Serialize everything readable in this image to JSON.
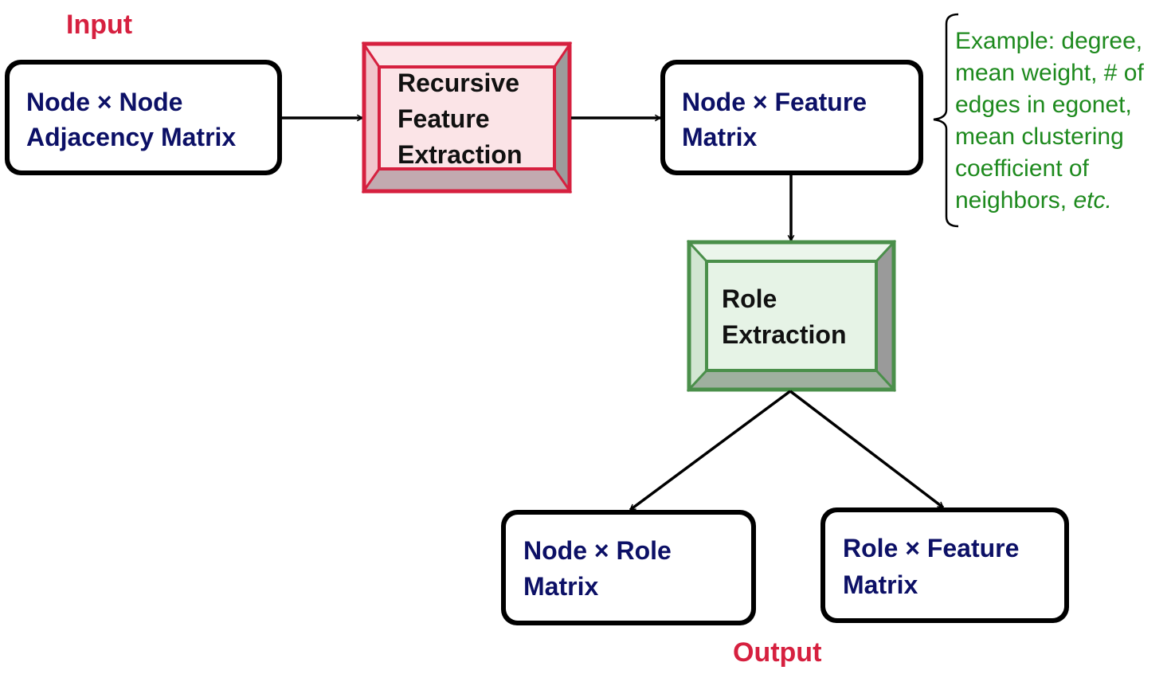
{
  "labels": {
    "input": "Input",
    "output": "Output"
  },
  "boxes": {
    "adjacency": {
      "line1": "Node × Node",
      "line2": "Adjacency Matrix"
    },
    "node_feature": {
      "line1": "Node × Feature",
      "line2": "Matrix"
    },
    "node_role": {
      "line1": "Node × Role",
      "line2": "Matrix"
    },
    "role_feature": {
      "line1": "Role × Feature",
      "line2": "Matrix"
    }
  },
  "processes": {
    "recursive": {
      "line1": "Recursive",
      "line2": "Feature",
      "line3": "Extraction",
      "color": "#d6203f",
      "fill": "#fbe4e7"
    },
    "role": {
      "line1": "Role",
      "line2": "Extraction",
      "color": "#4a8f4a",
      "fill": "#e6f3e6"
    }
  },
  "example": {
    "lines": [
      "Example: degree,",
      "mean weight, # of",
      "edges in egonet,",
      "mean clustering",
      "coefficient of"
    ],
    "last_line": "neighbors,",
    "last_italic": "etc.",
    "color": "#1e8a1e"
  },
  "colors": {
    "box_text": "#0c1066",
    "heading": "#d6203f"
  }
}
